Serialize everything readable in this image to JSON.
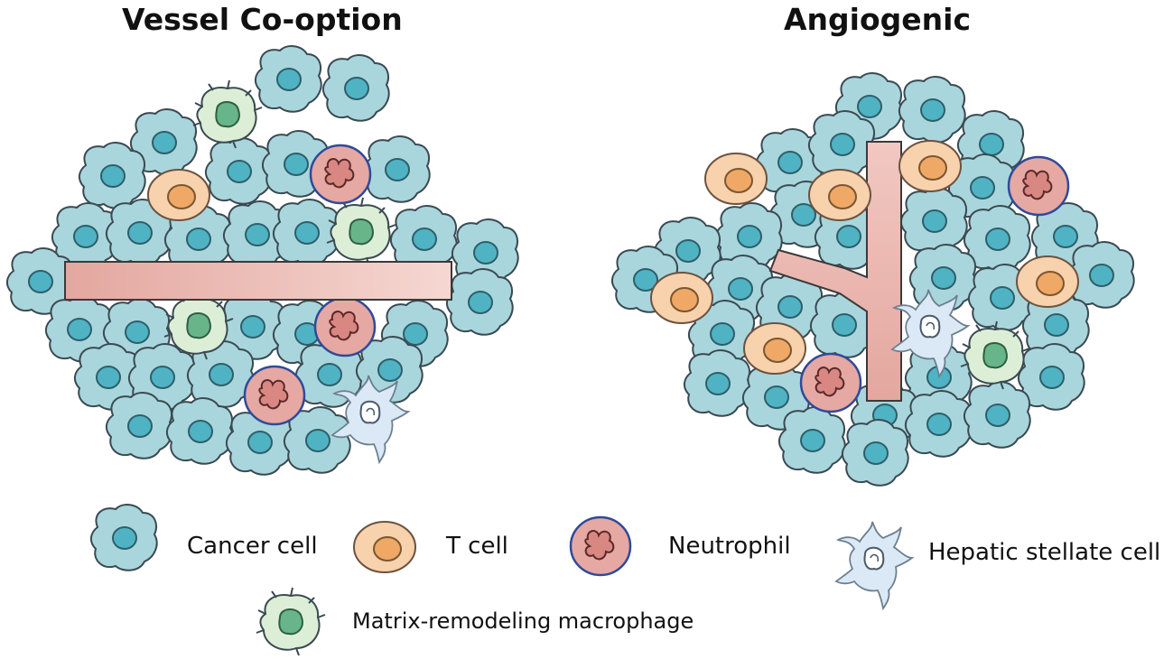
{
  "titles": {
    "left": "Vessel Co-option",
    "right": "Angiogenic"
  },
  "legend": {
    "cancer_cell": "Cancer cell",
    "t_cell": "T cell",
    "neutrophil": "Neutrophil",
    "hepatic_stellate_cell": "Hepatic stellate cell",
    "macrophage": "Matrix-remodeling macrophage"
  },
  "colors": {
    "cancer_fill": "#a9d6dc",
    "cancer_nucleus": "#4fb3c4",
    "outline": "#3a4a52",
    "tcell_fill": "#f8d1ad",
    "tcell_nucleus": "#f0a866",
    "neutrophil_fill": "#e6a8a2",
    "neutrophil_border": "#2f4a9a",
    "macrophage_fill": "#dcefd6",
    "macrophage_nucleus": "#69b58a",
    "stellate_fill": "#dbe9f6",
    "vessel": "#e8b2aa"
  }
}
